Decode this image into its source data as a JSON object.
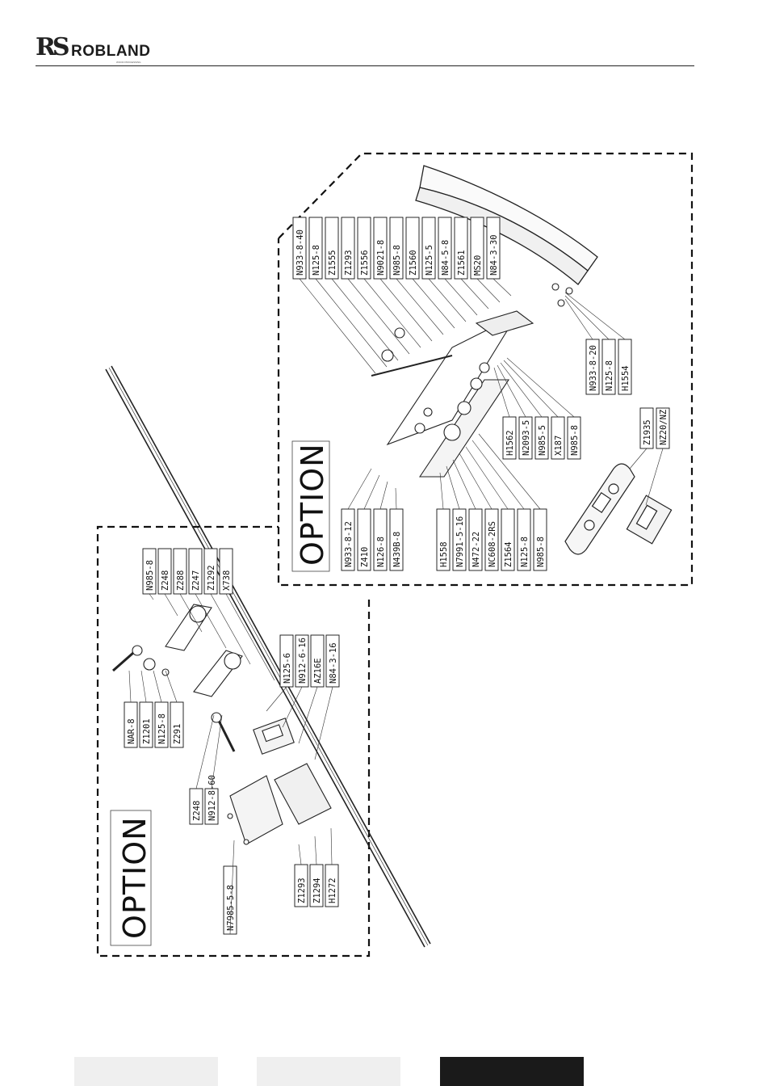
{
  "header": {
    "logo_mark": "RS",
    "brand": "ROBLAND",
    "tagline": "WOOD PROCESSING"
  },
  "option_label": "OPTION",
  "upper_parts": [
    "N933-8-40",
    "N125-8",
    "Z1555",
    "Z1293",
    "Z1556",
    "N9021-8",
    "N985-8",
    "Z1560",
    "N125-5",
    "N84-5-8",
    "Z1561",
    "MS20",
    "N84-3-30"
  ],
  "upper_right_parts": [
    "N933-8-20",
    "N125-8",
    "H1554"
  ],
  "upper_mid_parts": [
    "H1562",
    "N2093-5",
    "N985-5",
    "X187",
    "N985-8"
  ],
  "upper_left_parts": [
    "N933-8-12",
    "Z410",
    "N126-8",
    "N439B-8"
  ],
  "upper_bottom_parts": [
    "H1558",
    "N7991-5-16",
    "N472-22",
    "NC608-2RS",
    "Z1564",
    "N125-8",
    "N985-8"
  ],
  "upper_display_parts": [
    "Z1935",
    "NZ20/NZ"
  ],
  "lower_top_parts": [
    "N985-8",
    "Z248",
    "Z288",
    "Z247",
    "Z1292",
    "X738"
  ],
  "lower_mid_parts": [
    "N125-6",
    "N912-6-16",
    "AZ16E",
    "N84-3-16"
  ],
  "lower_left_parts": [
    "NAR-8",
    "Z1201",
    "N125-8",
    "Z291"
  ],
  "lower_left2_parts": [
    "Z248",
    "N912-8-60"
  ],
  "lower_screw_parts": [
    "N7985-5-8"
  ],
  "lower_bottom_parts": [
    "Z1293",
    "Z1294",
    "H1272"
  ],
  "footer_tabs": [
    "",
    "",
    ""
  ]
}
